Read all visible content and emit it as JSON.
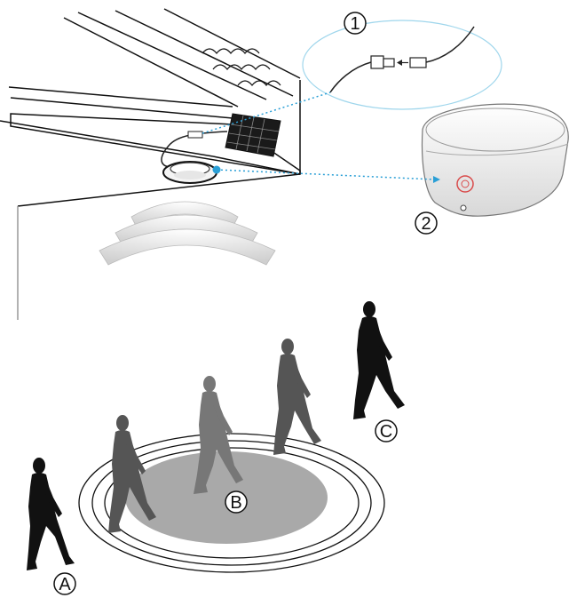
{
  "callouts": {
    "cable_connector": "1",
    "sensor_unit": "2"
  },
  "positions": {
    "a": "A",
    "b": "B",
    "c": "C"
  },
  "colors": {
    "leader_line": "#2a9fd6",
    "detection_zone_fill": "#a9a9a9",
    "silhouette_dark": "#111111",
    "silhouette_mid": "#555555",
    "silhouette_light": "#777777",
    "sensor_led_ring": "#d94b4b"
  }
}
